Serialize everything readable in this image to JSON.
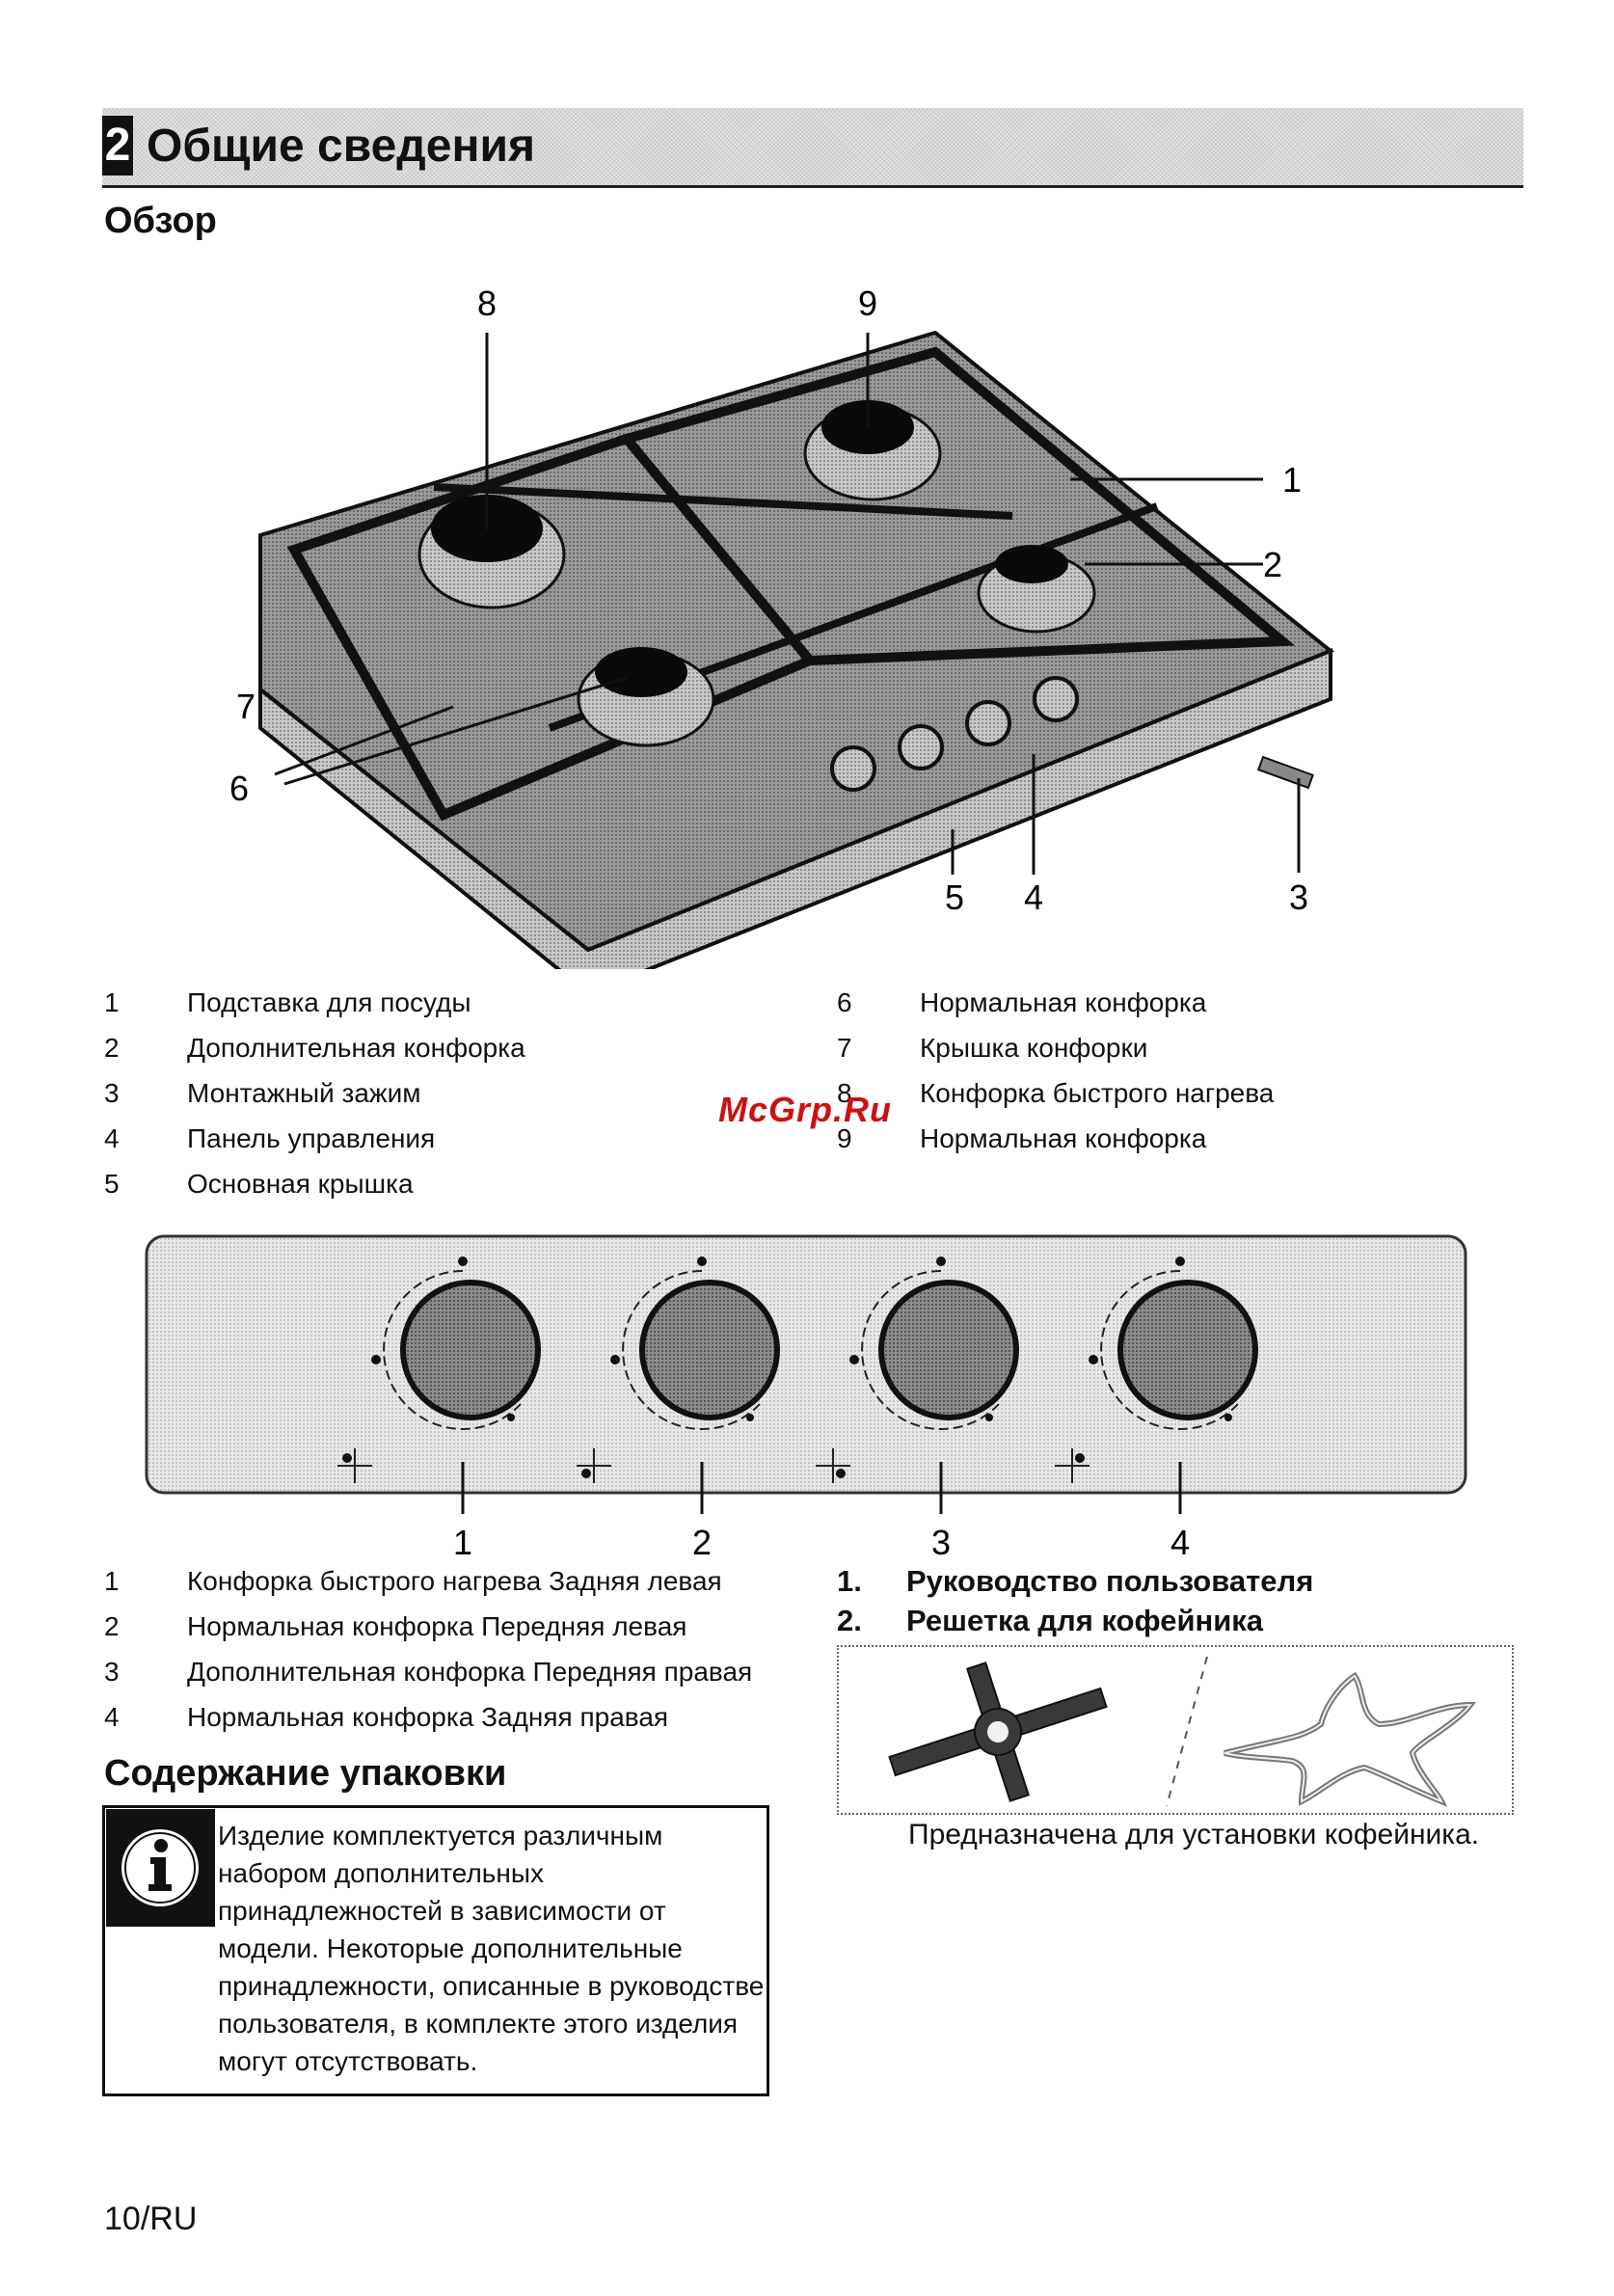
{
  "header": {
    "chapter_number": "2",
    "chapter_title": "Общие сведения"
  },
  "overview": {
    "title": "Обзор",
    "callouts": [
      "1",
      "2",
      "3",
      "4",
      "5",
      "6",
      "7",
      "8",
      "9"
    ],
    "legend_left": [
      {
        "n": "1",
        "text": "Подставка для посуды"
      },
      {
        "n": "2",
        "text": "Дополнительная конфорка"
      },
      {
        "n": "3",
        "text": "Монтажный зажим"
      },
      {
        "n": "4",
        "text": "Панель управления"
      },
      {
        "n": "5",
        "text": "Основная крышка"
      }
    ],
    "legend_right": [
      {
        "n": "6",
        "text": "Нормальная конфорка"
      },
      {
        "n": "7",
        "text": "Крышка конфорки"
      },
      {
        "n": "8",
        "text": "Конфорка быстрого нагрева"
      },
      {
        "n": "9",
        "text": "Нормальная конфорка"
      }
    ]
  },
  "watermark": "McGrp.Ru",
  "control_panel": {
    "knob_labels": [
      "1",
      "2",
      "3",
      "4"
    ],
    "legend": [
      {
        "n": "1",
        "text": "Конфорка быстрого нагрева Задняя левая"
      },
      {
        "n": "2",
        "text": "Нормальная конфорка Передняя левая"
      },
      {
        "n": "3",
        "text": "Дополнительная конфорка Передняя правая"
      },
      {
        "n": "4",
        "text": "Нормальная конфорка Задняя правая"
      }
    ]
  },
  "package_contents": {
    "title": "Содержание упаковки",
    "info_lines": [
      "Изделие комплектуется различным",
      "набором дополнительных",
      "принадлежностей в зависимости от",
      "модели. Некоторые дополнительные",
      "принадлежности, описанные в руководстве",
      "пользователя, в комплекте этого изделия",
      "могут отсутствовать."
    ],
    "items": [
      {
        "n": "1.",
        "text": "Руководство пользователя"
      },
      {
        "n": "2.",
        "text": "Решетка для кофейника"
      }
    ],
    "accessory_caption": "Предназначена для установки кофейника."
  },
  "footer": {
    "page_number": "10/RU"
  }
}
